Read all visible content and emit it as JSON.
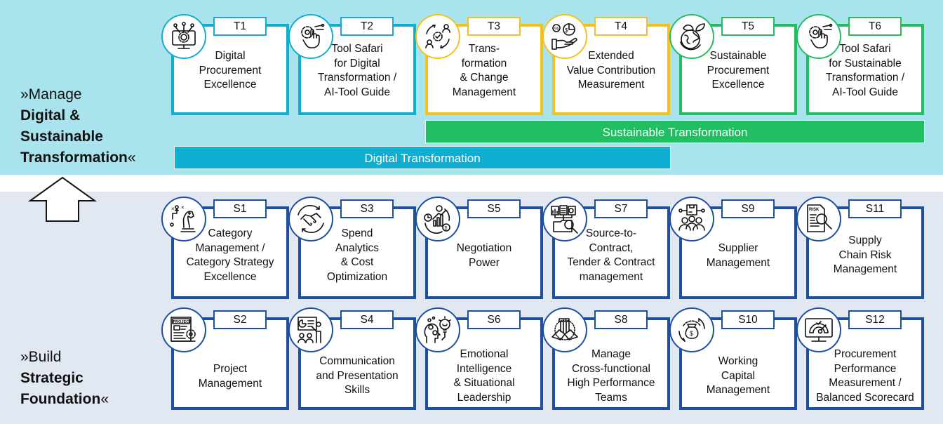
{
  "colors": {
    "band_top": "#a9e3ee",
    "band_bottom": "#e2e8f2",
    "digital": "#10aed0",
    "change": "#f2c31f",
    "sustainable": "#22be62",
    "strategic": "#1f4fa0"
  },
  "top_section": {
    "label_prefix": "»Manage",
    "label_line1": "Digital &",
    "label_line2": "Sustainable",
    "label_line3": "Transformation",
    "label_suffix": "«"
  },
  "bottom_section": {
    "label_prefix": "»Build",
    "label_line1": "Strategic",
    "label_line2": "Foundation",
    "label_suffix": "«"
  },
  "bars": {
    "sustainable": "Sustainable Transformation",
    "digital": "Digital Transformation"
  },
  "transformation_modules": [
    {
      "code": "T1",
      "title": "Digital\nProcurement\nExcellence",
      "icon": "monitor-gear-network-icon",
      "group": "digital"
    },
    {
      "code": "T2",
      "title": "Tool Safari\nfor Digital\nTransformation /\nAI-Tool Guide",
      "icon": "gear-hand-touch-icon",
      "group": "digital"
    },
    {
      "code": "T3",
      "title": "Trans-\nformation\n& Change\nManagement",
      "icon": "change-cycle-people-icon",
      "group": "change"
    },
    {
      "code": "T4",
      "title": "Extended\nValue Contribution\nMeasurement",
      "icon": "hand-value-chart-icon",
      "group": "change"
    },
    {
      "code": "T5",
      "title": "Sustainable\nProcurement\nExcellence",
      "icon": "globe-leaves-icon",
      "group": "sustainable"
    },
    {
      "code": "T6",
      "title": "Tool Safari\nfor Sustainable\nTransformation /\nAI-Tool Guide",
      "icon": "gear-hand-touch-icon",
      "group": "sustainable"
    }
  ],
  "strategic_modules_row1": [
    {
      "code": "S1",
      "title": "Category\nManagement /\nCategory Strategy\nExcellence",
      "icon": "chess-knight-strategy-icon"
    },
    {
      "code": "S3",
      "title": "Spend\nAnalytics\n& Cost\nOptimization",
      "icon": "handshake-cycle-icon"
    },
    {
      "code": "S5",
      "title": "Negotiation\nPower",
      "icon": "negotiation-growth-icon"
    },
    {
      "code": "S7",
      "title": "Source-to-\nContract,\nTender & Contract\nmanagement",
      "icon": "documents-folder-search-icon"
    },
    {
      "code": "S9",
      "title": "Supplier\nManagement",
      "icon": "supplier-network-people-icon"
    },
    {
      "code": "S11",
      "title": "Supply\nChain Risk\nManagement",
      "icon": "risk-document-search-icon"
    }
  ],
  "strategic_modules_row2": [
    {
      "code": "S2",
      "title": "Project\nManagement",
      "icon": "project-document-gear-icon"
    },
    {
      "code": "S4",
      "title": "Communication\nand Presentation\nSkills",
      "icon": "presentation-audience-icon"
    },
    {
      "code": "S6",
      "title": "Emotional\nIntelligence\n& Situational\nLeadership",
      "icon": "emotion-head-bulb-icon"
    },
    {
      "code": "S8",
      "title": "Manage\nCross-functional\nHigh Performance\nTeams",
      "icon": "team-hands-icon"
    },
    {
      "code": "S10",
      "title": "Working\nCapital\nManagement",
      "icon": "money-bag-cycle-icon"
    },
    {
      "code": "S12",
      "title": "Procurement\nPerformance\nMeasurement /\nBalanced Scorecard",
      "icon": "monitor-gauge-icon"
    }
  ]
}
